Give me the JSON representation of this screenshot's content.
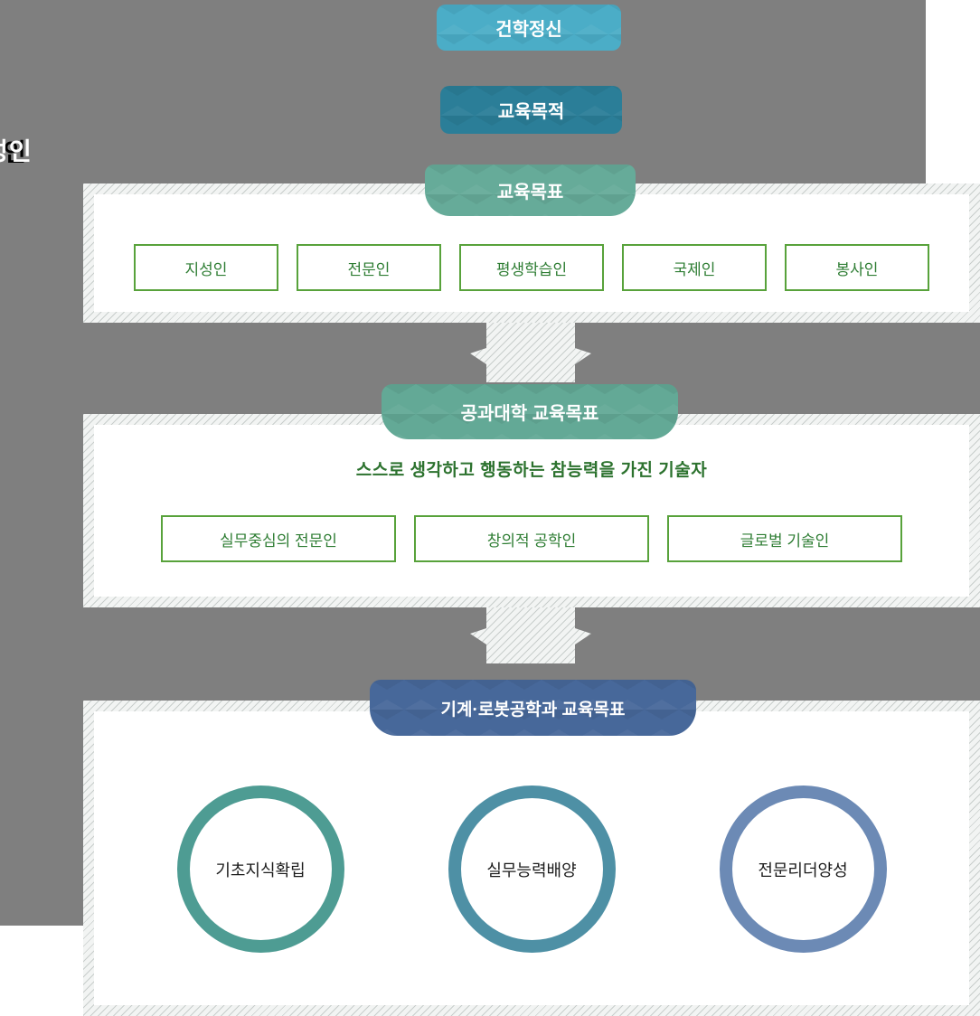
{
  "page": {
    "left_edge_text": "성인"
  },
  "hierarchy": {
    "founding_spirit": {
      "title": "건학정신"
    },
    "education_purpose": {
      "title": "교육목적"
    },
    "education_goals": {
      "title": "교육목표",
      "items": [
        "지성인",
        "전문인",
        "평생학습인",
        "국제인",
        "봉사인"
      ]
    },
    "college_goals": {
      "title": "공과대학 교육목표",
      "subtitle": "스스로 생각하고 행동하는 참능력을 가진 기술자",
      "items": [
        "실무중심의 전문인",
        "창의적 공학인",
        "글로벌 기술인"
      ]
    },
    "department_goals": {
      "title": "기계·로봇공학과 교육목표",
      "items": [
        "기초지식확립",
        "실무능력배양",
        "전문리더양성"
      ]
    }
  },
  "colors": {
    "backdrop_gray": "#7f7f7f",
    "badge_spirit": "#4badc7",
    "badge_purpose": "#2b7e98",
    "badge_goals": "#66ab99",
    "badge_college": "#63a996",
    "badge_department": "#47689a",
    "item_border_green": "#58a23b",
    "item_text_green": "#2e7d33",
    "circle_ring_1": "#4e9c93",
    "circle_ring_2": "#4e90a5",
    "circle_ring_3": "#6c8ab5"
  }
}
